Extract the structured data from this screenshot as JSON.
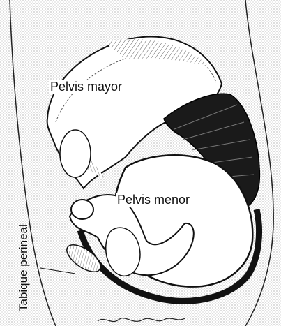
{
  "labels": {
    "pelvis_mayor": "Pelvis mayor",
    "pelvis_menor": "Pelvis menor",
    "tabique_perineal": "Tabique perineal"
  },
  "colors": {
    "ink": "#111111",
    "paper": "#ffffff",
    "stipple": "#8a8a8a"
  }
}
